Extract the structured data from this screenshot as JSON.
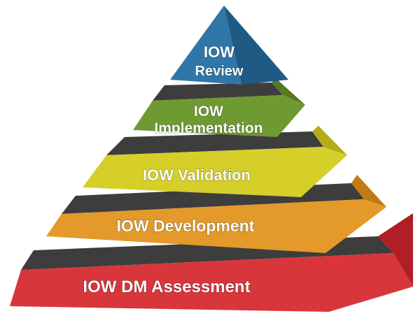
{
  "pyramid": {
    "tiers": [
      {
        "key": "review",
        "label_lines": [
          "IOW",
          "Review"
        ],
        "colors": {
          "front": "#2f77a8",
          "side": "#1e5a83",
          "top": "#3d3d3d"
        }
      },
      {
        "key": "implementation",
        "label_lines": [
          "IOW",
          "Implementation"
        ],
        "colors": {
          "front": "#6f9a32",
          "side": "#557a20",
          "top": "#3d3d3d"
        }
      },
      {
        "key": "validation",
        "label_lines": [
          "IOW Validation"
        ],
        "colors": {
          "front": "#d6cf2a",
          "side": "#b3ac17",
          "top": "#3d3d3d"
        }
      },
      {
        "key": "development",
        "label_lines": [
          "IOW Development"
        ],
        "colors": {
          "front": "#e39a2a",
          "side": "#c17a14",
          "top": "#3d3d3d"
        }
      },
      {
        "key": "dm-assessment",
        "label_lines": [
          "IOW DM Assessment"
        ],
        "colors": {
          "front": "#d8363b",
          "side": "#b01f26",
          "top": "#3d3d3d"
        }
      }
    ]
  }
}
